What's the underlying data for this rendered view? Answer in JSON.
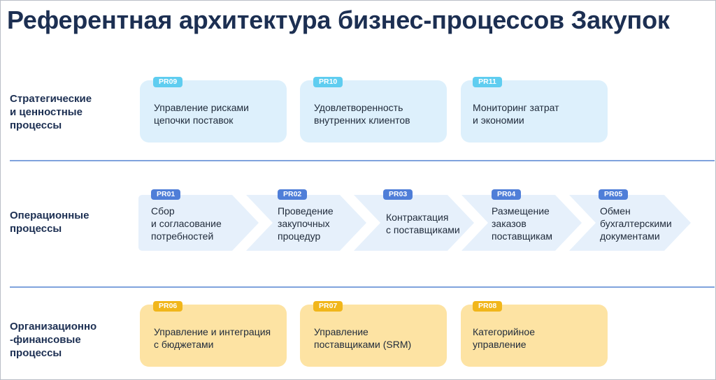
{
  "title": "Референтная архитектура бизнес-процессов Закупок",
  "rows": {
    "strategic": {
      "label": [
        "Стратегические",
        "и ценностные",
        "процессы"
      ],
      "cards": [
        {
          "code": "PR09",
          "text": [
            "Управление рисками",
            "цепочки поставок"
          ]
        },
        {
          "code": "PR10",
          "text": [
            "Удовлетворенность",
            "внутренних клиентов"
          ]
        },
        {
          "code": "PR11",
          "text": [
            "Мониторинг затрат",
            "и экономии"
          ]
        }
      ]
    },
    "operational": {
      "label": [
        "Операционные",
        "процессы"
      ],
      "steps": [
        {
          "code": "PR01",
          "text": [
            "Сбор",
            "и согласование",
            "потребностей"
          ]
        },
        {
          "code": "PR02",
          "text": [
            "Проведение",
            "закупочных",
            "процедур"
          ]
        },
        {
          "code": "PR03",
          "text": [
            "Контрактация",
            "с поставщиками"
          ]
        },
        {
          "code": "PR04",
          "text": [
            "Размещение",
            "заказов",
            "поставщикам"
          ]
        },
        {
          "code": "PR05",
          "text": [
            "Обмен",
            "бухгалтерскими",
            "документами"
          ]
        }
      ]
    },
    "organizational": {
      "label": [
        "Организационно",
        "-финансовые",
        "процессы"
      ],
      "cards": [
        {
          "code": "PR06",
          "text": [
            "Управление и интеграция",
            "с бюджетами"
          ]
        },
        {
          "code": "PR07",
          "text": [
            "Управление",
            "поставщиками (SRM)"
          ]
        },
        {
          "code": "PR08",
          "text": [
            "Категорийное",
            "управление"
          ]
        }
      ]
    }
  },
  "colors": {
    "title": "#1c2f52",
    "divider": "#7fa3dd",
    "strategic_card": "#ddf0fc",
    "strategic_badge": "#5fcdf0",
    "operational_step": "#e6f0fb",
    "operational_badge": "#4f7ed8",
    "organizational_card": "#fde3a3",
    "organizational_badge": "#f1b61b"
  }
}
